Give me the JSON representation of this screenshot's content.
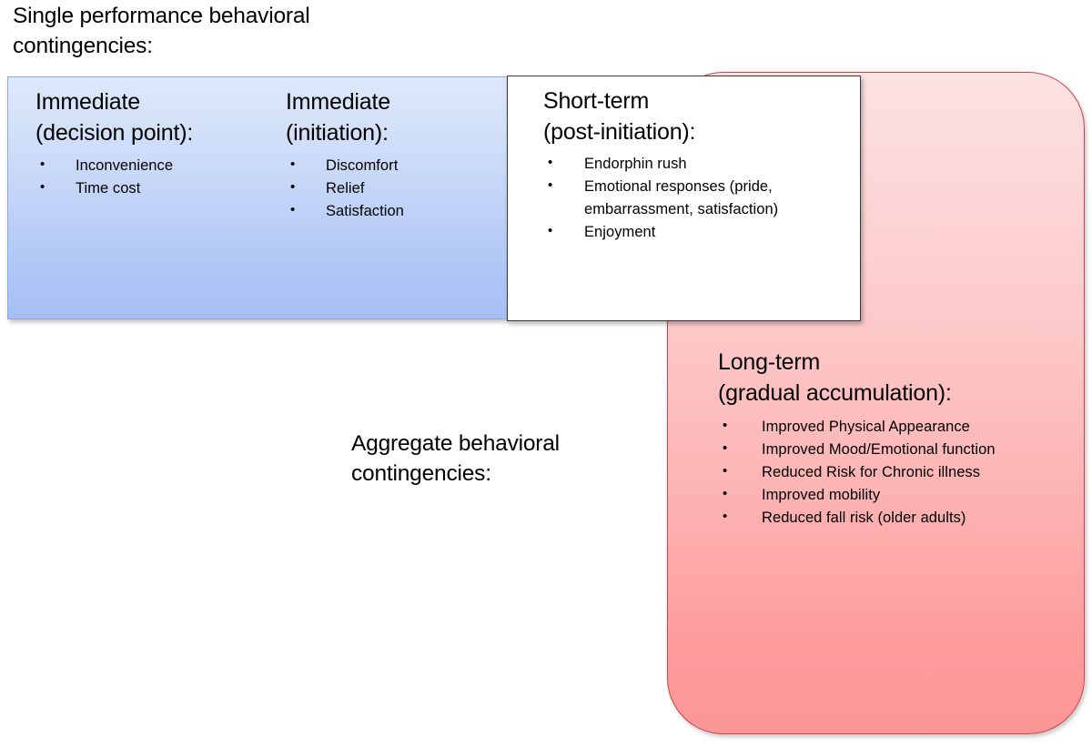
{
  "captions": {
    "single_performance": "Single performance behavioral\ncontingencies:",
    "aggregate": "Aggregate behavioral\ncontingencies:"
  },
  "colors": {
    "blue_box_top": "#dee8fa",
    "blue_box_bottom": "#a5bef5",
    "blue_box_border": "#8faadc",
    "pink_box_top": "#fce2e3",
    "pink_box_bottom": "#fd9596",
    "pink_box_border": "#c9454b",
    "white_box_background": "#ffffff",
    "white_box_border": "#3a3a3a",
    "text": "#000000"
  },
  "boxes": {
    "immediate_decision": {
      "heading": "Immediate\n(decision point):",
      "bullets": [
        "Inconvenience",
        "Time cost"
      ]
    },
    "immediate_initiation": {
      "heading": "Immediate\n(initiation):",
      "bullets": [
        "Discomfort",
        "Relief",
        "Satisfaction"
      ]
    },
    "short_term": {
      "heading": "Short-term\n(post-initiation):",
      "bullets": [
        "Endorphin rush",
        "Emotional responses (pride, embarrassment, satisfaction)",
        "Enjoyment"
      ]
    },
    "long_term": {
      "heading": "Long-term\n(gradual accumulation):",
      "bullets": [
        "Improved  Physical Appearance",
        "Improved   Mood/Emotional function",
        "Reduced Risk for Chronic illness",
        "Improved  mobility",
        "Reduced fall risk (older adults)"
      ]
    }
  }
}
